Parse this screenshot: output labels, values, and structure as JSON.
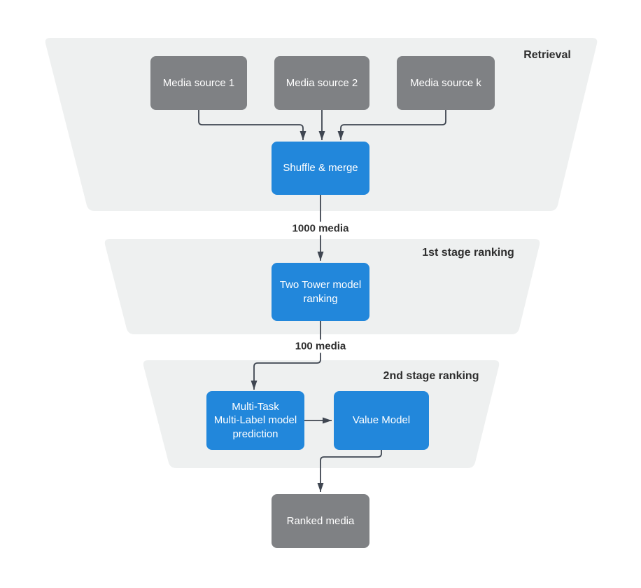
{
  "sections": {
    "retrieval": {
      "label": "Retrieval"
    },
    "stage1": {
      "label": "1st stage ranking"
    },
    "stage2": {
      "label": "2nd stage ranking"
    }
  },
  "nodes": {
    "media_source_1": {
      "label": "Media source 1"
    },
    "media_source_2": {
      "label": "Media source 2"
    },
    "media_source_k": {
      "label": "Media source k"
    },
    "shuffle_merge": {
      "label": "Shuffle & merge"
    },
    "two_tower": {
      "label": "Two Tower model\nranking"
    },
    "multi_task": {
      "label": "Multi-Task\nMulti-Label model\nprediction"
    },
    "value_model": {
      "label": "Value Model"
    },
    "ranked_media": {
      "label": "Ranked media"
    }
  },
  "edge_labels": {
    "after_retrieval": "1000 media",
    "after_stage1": "100 media"
  },
  "colors": {
    "section-bg": "#eef0f0",
    "source-node": "#7f8184",
    "process-node": "#2287db",
    "connector": "#3f4651",
    "label-text": "#2e2e2e",
    "node-text": "#ffffff",
    "page-bg": "#ffffff"
  }
}
